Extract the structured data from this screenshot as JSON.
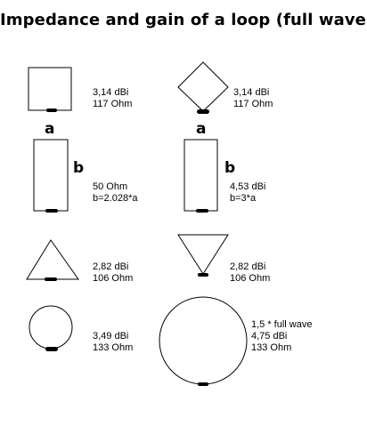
{
  "title": "Impedance and gain of a loop (full wave)",
  "letters": {
    "a": "a",
    "b": "b"
  },
  "loops": [
    {
      "shape": "square",
      "gain": "3,14 dBi",
      "impedance": "117 Ohm"
    },
    {
      "shape": "diamond",
      "gain": "3,14 dBi",
      "impedance": "117 Ohm"
    },
    {
      "shape": "rectangle",
      "gain": "50 Ohm",
      "impedance": "b=2.028*a"
    },
    {
      "shape": "rectangle",
      "gain": "4,53 dBi",
      "impedance": "b=3*a"
    },
    {
      "shape": "triangle",
      "gain": "2,82 dBi",
      "impedance": "106 Ohm"
    },
    {
      "shape": "inverted-triangle",
      "gain": "2,82 dBi",
      "impedance": "106 Ohm"
    },
    {
      "shape": "circle",
      "gain": "3,49 dBi",
      "impedance": "133 Ohm"
    },
    {
      "shape": "large-circle",
      "note": "1,5 * full wave",
      "gain": "4,75 dBi",
      "impedance": "133 Ohm"
    }
  ]
}
